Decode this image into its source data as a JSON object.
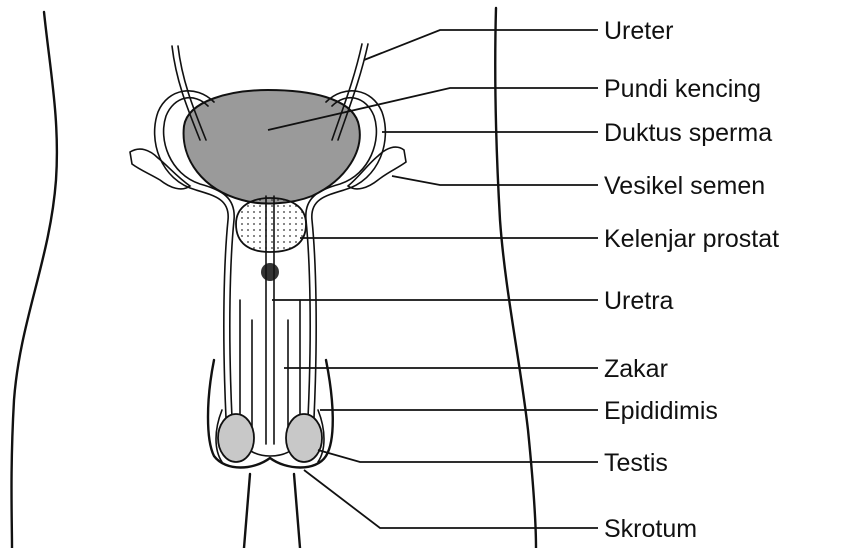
{
  "labels": [
    {
      "id": "ureter",
      "text": "Ureter"
    },
    {
      "id": "pundi-kencing",
      "text": "Pundi kencing"
    },
    {
      "id": "duktus-sperma",
      "text": "Duktus sperma"
    },
    {
      "id": "vesikel-semen",
      "text": "Vesikel semen"
    },
    {
      "id": "kelenjar-prostat",
      "text": "Kelenjar prostat"
    },
    {
      "id": "uretra",
      "text": "Uretra"
    },
    {
      "id": "zakar",
      "text": "Zakar"
    },
    {
      "id": "epididimis",
      "text": "Epididimis"
    },
    {
      "id": "testis",
      "text": "Testis"
    },
    {
      "id": "skrotum",
      "text": "Skrotum"
    }
  ],
  "colors": {
    "ink": "#111111",
    "bladder_fill": "#9a9a9a",
    "testis_fill": "#c8c8c8",
    "background": "#ffffff"
  }
}
